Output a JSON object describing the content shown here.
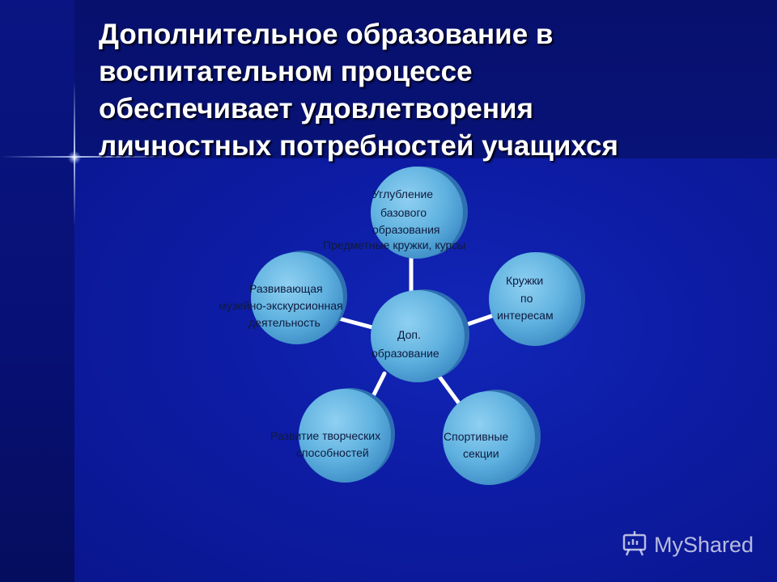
{
  "title": {
    "lines": [
      "Дополнительное образование в",
      "воспитательном процессе",
      "обеспечивает удовлетворения",
      "личностных потребностей учащихся"
    ]
  },
  "diagram": {
    "center": {
      "lines": [
        "Доп.",
        "образование"
      ]
    },
    "nodes": [
      {
        "name": "top",
        "lines": [
          "Углубление",
          "базового",
          "образования"
        ],
        "caption": "Предметные кружки, курсы"
      },
      {
        "name": "right",
        "lines": [
          "Кружки",
          "по",
          "интересам"
        ]
      },
      {
        "name": "bottom-right",
        "lines": [
          "Спортивные",
          "секции"
        ]
      },
      {
        "name": "bottom-left",
        "lines": [
          "Развитие творческих",
          "способностей"
        ]
      },
      {
        "name": "left",
        "lines": [
          "Развивающая",
          "музейно-экскурсионная",
          "деятельность"
        ]
      }
    ]
  },
  "colors": {
    "node_fill": "#5fb1df",
    "node_rim": "#2e6fb2",
    "connector": "#ffffff"
  },
  "watermark": {
    "text": "MyShared",
    "icon": "presentation-board-icon"
  }
}
